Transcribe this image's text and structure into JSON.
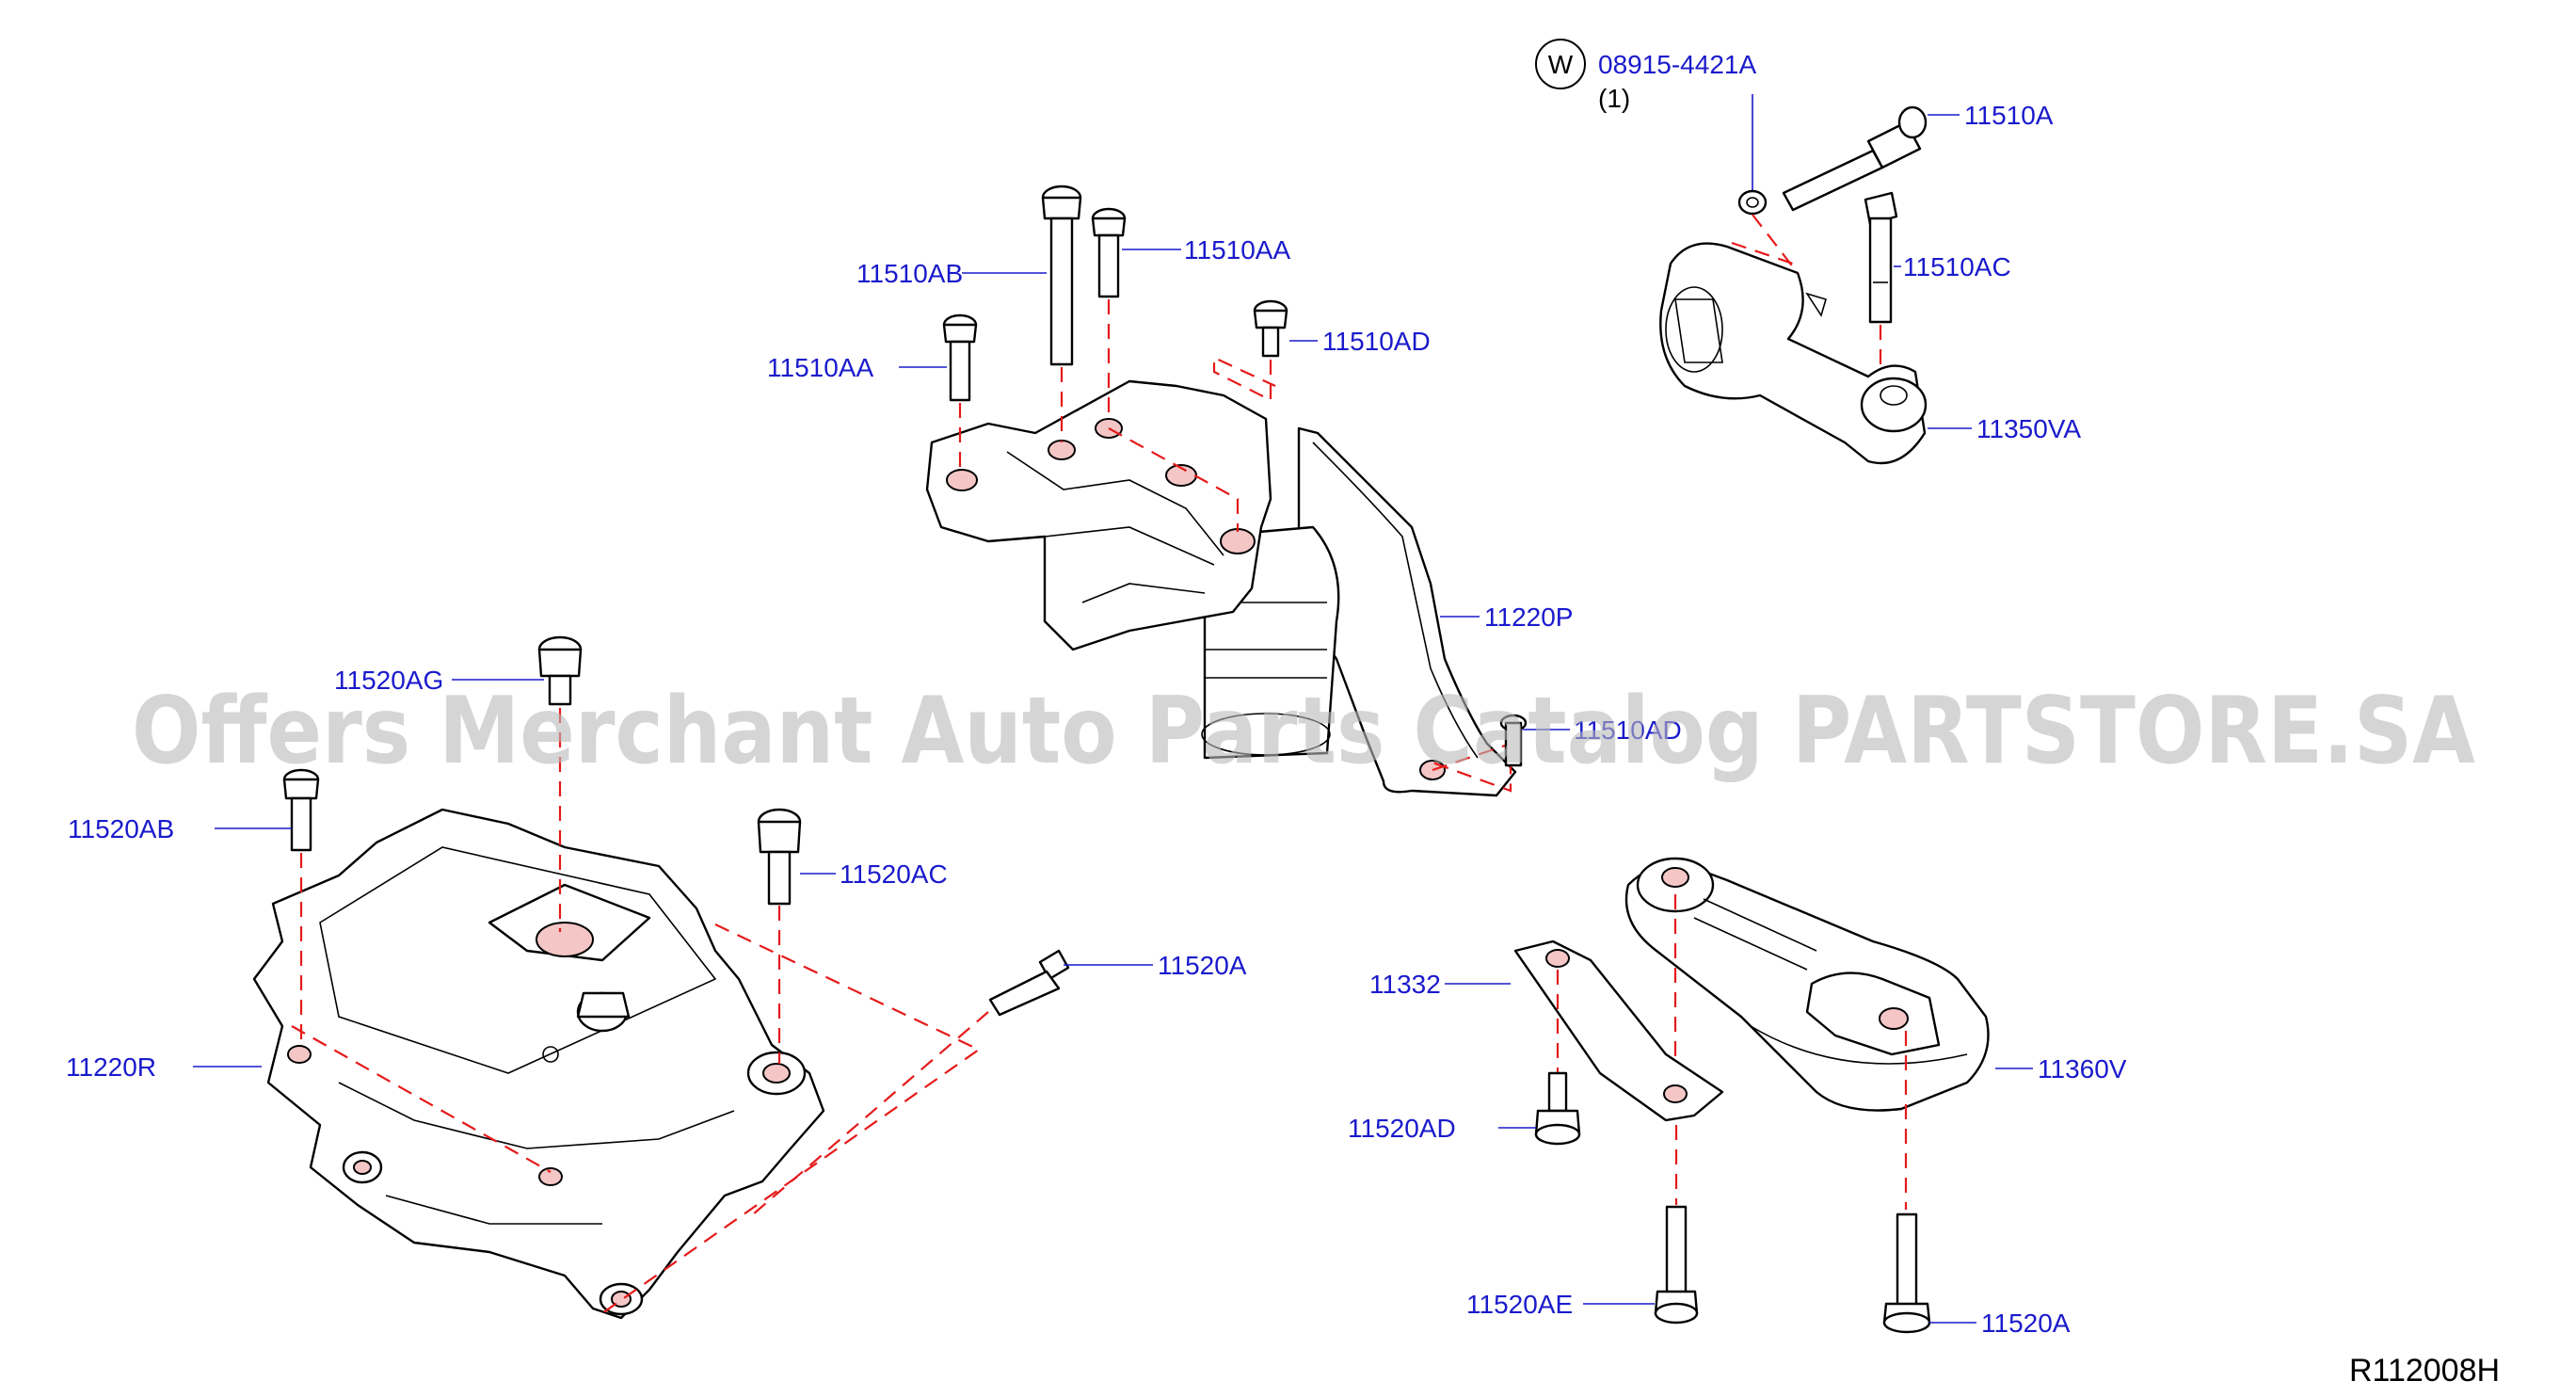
{
  "diagram": {
    "reference": "R112008H",
    "watermark": "Offers Merchant Auto Parts Catalog PARTSTORE.SA",
    "washer_symbol": "W",
    "washer_part": "08915-4421A",
    "washer_qty": "(1)",
    "labels": {
      "p11510A": "11510A",
      "p11510AC": "11510AC",
      "p11350VA": "11350VA",
      "p11510AB": "11510AB",
      "p11510AA_top": "11510AA",
      "p11510AA_left": "11510AA",
      "p11510AD": "11510AD",
      "p11220P": "11220P",
      "p11510AD_lower": "11510AD",
      "p11520AG": "11520AG",
      "p11520AB": "11520AB",
      "p11520AC": "11520AC",
      "p11520A_mid": "11520A",
      "p11220R": "11220R",
      "p11332": "11332",
      "p11360V": "11360V",
      "p11520AD": "11520AD",
      "p11520AE": "11520AE",
      "p11520A_bottom": "11520A"
    }
  }
}
